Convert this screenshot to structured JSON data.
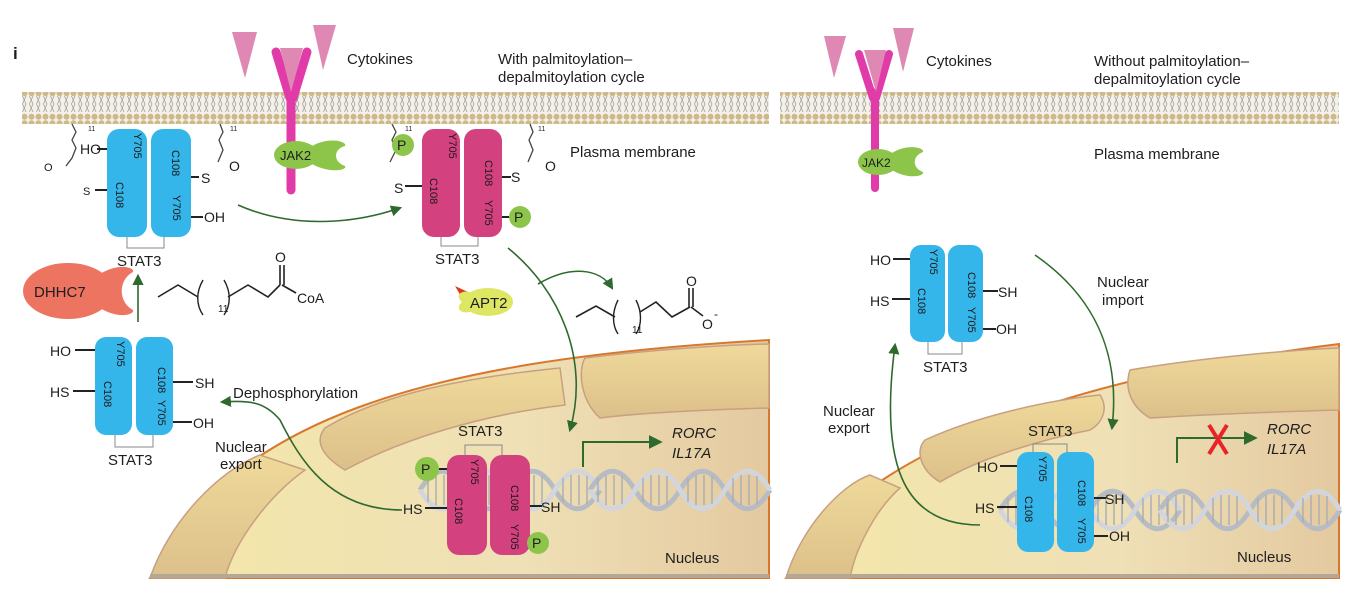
{
  "figure": {
    "panel_label": "i",
    "colors": {
      "stat3_unmodified": "#35b6ea",
      "stat3_active": "#d3427f",
      "receptor": "#e03ba8",
      "cytokine": "#df88b4",
      "jak2": "#8dc54a",
      "dhhc7": "#ec7461",
      "apt2": "#dde764",
      "phosphate": "#8dc54a",
      "arrow": "#2e6a2e",
      "block_x": "#e8232a",
      "nucleus": "#f1e2ac"
    }
  },
  "left_panel": {
    "title_line1": "With palmitoylation–",
    "title_line2": "depalmitoylation cycle",
    "cytokines_label": "Cytokines",
    "membrane_label": "Plasma membrane",
    "jak2_label": "JAK2",
    "dhhc7_label": "DHHC7",
    "apt2_label": "APT2",
    "palmitoyl_coa": {
      "repeat": "11",
      "suffix": "CoA",
      "oxygen": "O"
    },
    "palmitate": {
      "repeat": "11",
      "oxygen": "O",
      "anion": "O",
      "charge": "-"
    },
    "chain_repeat_top": "11",
    "dephosphorylation_label": "Dephosphorylation",
    "nuclear_export_line1": "Nuclear",
    "nuclear_export_line2": "export",
    "gene1": "RORC",
    "gene2": "IL17A",
    "nucleus_label": "Nucleus",
    "stat3_label": "STAT3",
    "phospho": "P",
    "residues": {
      "y705": "Y705",
      "c108": "C108",
      "ho": "HO",
      "oh": "OH",
      "hs": "HS",
      "sh": "SH",
      "s": "S",
      "o": "O"
    }
  },
  "right_panel": {
    "title_line1": "Without palmitoylation–",
    "title_line2": "depalmitoylation cycle",
    "cytokines_label": "Cytokines",
    "membrane_label": "Plasma membrane",
    "jak2_label": "JAK2",
    "nuclear_import_line1": "Nuclear",
    "nuclear_import_line2": "import",
    "nuclear_export_line1": "Nuclear",
    "nuclear_export_line2": "export",
    "gene1": "RORC",
    "gene2": "IL17A",
    "nucleus_label": "Nucleus",
    "stat3_label": "STAT3",
    "transcription_blocked": true
  }
}
